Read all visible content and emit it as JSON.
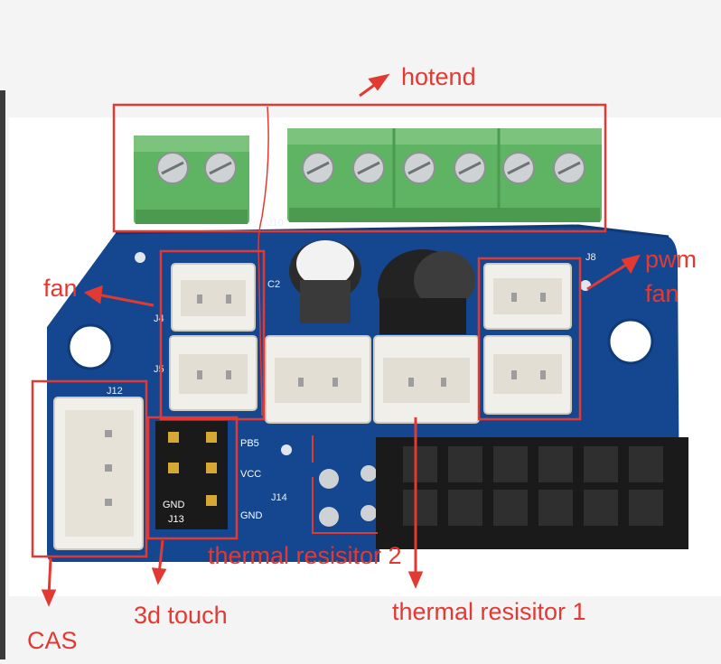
{
  "annotations": {
    "hotend": "hotend",
    "pwm_fan": [
      "pwm",
      "fan"
    ],
    "fan": "fan",
    "cas": "CAS",
    "touch": "3d touch",
    "thermal1": "thermal resisitor 1",
    "thermal2": "thermal resisitor 2"
  },
  "silkscreen": {
    "pb5": "PB5",
    "vcc": "VCC",
    "gnd_right": "GND",
    "gnd_left": "GND",
    "j13": "J13",
    "j14": "J14",
    "j12": "J12",
    "j5": "J5",
    "j4": "J4",
    "j8": "J8",
    "j10": "J10",
    "c2": "C2"
  },
  "colors": {
    "annotation": "#e23a33",
    "pcb": "#14478f",
    "terminal": "#5fb464",
    "connector": "#f1efe9",
    "header": "#1a1a1a"
  }
}
